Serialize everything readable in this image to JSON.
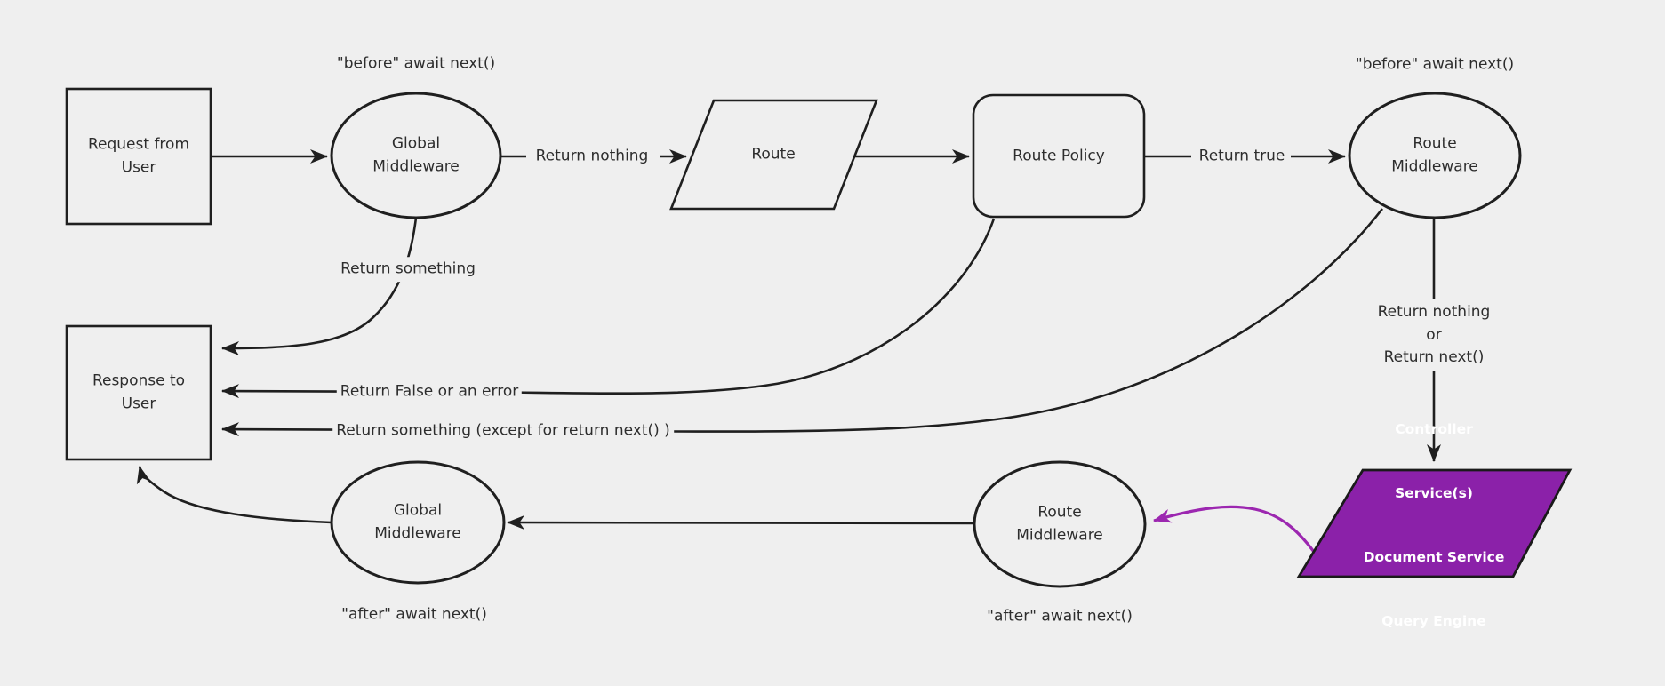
{
  "diagram": {
    "background_color": "#efefef",
    "line_color": "#1f1f1f",
    "text_color": "#2d2d2d",
    "highlight_fill_color": "#8b21a9",
    "highlight_arrow_color": "#9c27b0"
  },
  "nodes": {
    "request": {
      "label": "Request from User",
      "shape": "rectangle"
    },
    "global_middleware_top": {
      "label": "Global Middleware",
      "shape": "ellipse"
    },
    "route": {
      "label": "Route",
      "shape": "parallelogram"
    },
    "route_policy": {
      "label": "Route Policy",
      "shape": "rounded-rectangle"
    },
    "route_middleware_top": {
      "label": "Route Middleware",
      "shape": "ellipse"
    },
    "response": {
      "label": "Response to User",
      "shape": "rectangle"
    },
    "route_middleware_bottom": {
      "label": "Route Middleware",
      "shape": "ellipse"
    },
    "global_middleware_bottom": {
      "label": "Global Middleware",
      "shape": "ellipse"
    },
    "controller": {
      "shape": "parallelogram",
      "lines": [
        "Controller",
        "Service(s)",
        "Document Service",
        "Query Engine"
      ]
    }
  },
  "annotations": {
    "before_await_left": "\"before\" await next()",
    "before_await_right": "\"before\" await next()",
    "after_await_left": "\"after\" await next()",
    "after_await_right": "\"after\" await next()"
  },
  "edge_labels": {
    "return_nothing": "Return nothing",
    "return_true": "Return true",
    "return_something": "Return something",
    "return_false_or_error": "Return False or an error",
    "return_something_except": "Return something (except for return next() )",
    "return_nothing_or_next": [
      "Return nothing",
      "or",
      "Return next()"
    ]
  }
}
